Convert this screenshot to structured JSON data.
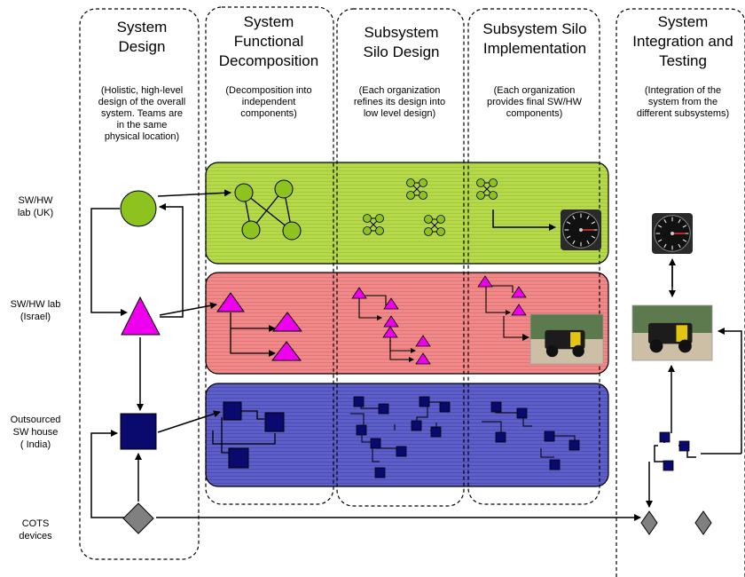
{
  "columns": [
    {
      "title_lines": [
        "System",
        "Design"
      ],
      "desc_lines": [
        "(Holistic, high-level",
        "design of the overall",
        "system. Teams are",
        "in the same",
        "physical location)"
      ]
    },
    {
      "title_lines": [
        "System",
        "Functional",
        "Decomposition"
      ],
      "desc_lines": [
        "(Decomposition into",
        "independent",
        "components)"
      ]
    },
    {
      "title_lines": [
        "Subsystem",
        "Silo Design"
      ],
      "desc_lines": [
        "(Each organization",
        "refines its design into",
        "low level design)"
      ]
    },
    {
      "title_lines": [
        "Subsystem Silo",
        "Implementation"
      ],
      "desc_lines": [
        "(Each organization",
        "provides final SW/HW",
        "components)"
      ]
    },
    {
      "title_lines": [
        "System",
        "Integration and",
        "Testing"
      ],
      "desc_lines": [
        "(Integration of the",
        "system from the",
        "different subsystems)"
      ]
    }
  ],
  "rows": [
    {
      "label_lines": [
        "SW/HW",
        "lab (UK)"
      ]
    },
    {
      "label_lines": [
        "SW/HW lab",
        "(Israel)"
      ]
    },
    {
      "label_lines": [
        "Outsourced",
        "SW house",
        "( India)"
      ]
    },
    {
      "label_lines": [
        "COTS",
        "devices"
      ]
    }
  ],
  "colors": {
    "uk_band": "#b5d94a",
    "uk_node": "#8dc21f",
    "israel_band": "#f08a8a",
    "israel_node": "#ee00ee",
    "india_band": "#5e5ec8",
    "india_node": "#0a0a6e",
    "cots_node": "#808080"
  }
}
